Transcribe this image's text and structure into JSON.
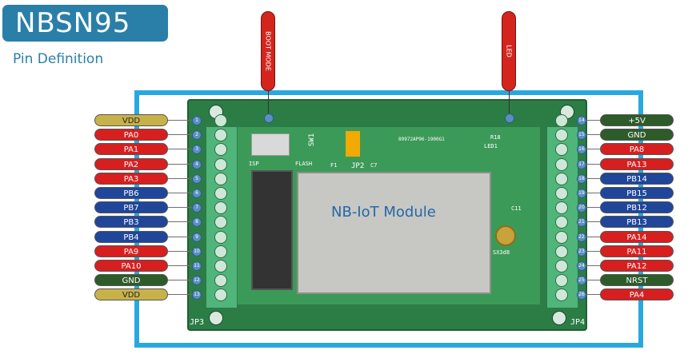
{
  "title": "NBSN95",
  "subtitle": "Pin Definition",
  "module_label": "NB-IoT Module",
  "callouts": [
    {
      "label": "BOOT MODE"
    },
    {
      "label": "LED"
    }
  ],
  "silkscreen": {
    "sw1": "SW1",
    "isp": "ISP",
    "flash": "FLASH",
    "jp2": "JP2",
    "f1": "F1",
    "c7": "C7",
    "c11": "C11",
    "code": "89972AP96-1900G1",
    "r18": "R18",
    "led1": "LED1",
    "sx3d": "SX3d8",
    "jp3": "JP3",
    "jp4": "JP4"
  },
  "left_pins": [
    {
      "num": "1",
      "label": "VDD"
    },
    {
      "num": "2",
      "label": "PA0"
    },
    {
      "num": "3",
      "label": "PA1"
    },
    {
      "num": "4",
      "label": "PA2"
    },
    {
      "num": "5",
      "label": "PA3"
    },
    {
      "num": "6",
      "label": "PB6"
    },
    {
      "num": "7",
      "label": "PB7"
    },
    {
      "num": "8",
      "label": "PB3"
    },
    {
      "num": "9",
      "label": "PB4"
    },
    {
      "num": "10",
      "label": "PA9"
    },
    {
      "num": "11",
      "label": "PA10"
    },
    {
      "num": "12",
      "label": "GND"
    },
    {
      "num": "13",
      "label": "VDD"
    }
  ],
  "right_pins": [
    {
      "num": "14",
      "label": "+5V"
    },
    {
      "num": "15",
      "label": "GND"
    },
    {
      "num": "16",
      "label": "PA8"
    },
    {
      "num": "17",
      "label": "PA13"
    },
    {
      "num": "18",
      "label": "PB14"
    },
    {
      "num": "19",
      "label": "PB15"
    },
    {
      "num": "20",
      "label": "PB12"
    },
    {
      "num": "21",
      "label": "PB13"
    },
    {
      "num": "22",
      "label": "PA14"
    },
    {
      "num": "23",
      "label": "PA11"
    },
    {
      "num": "24",
      "label": "PA12"
    },
    {
      "num": "25",
      "label": "NRST"
    },
    {
      "num": "26",
      "label": "PA4"
    }
  ],
  "colors": {
    "title_bg": "#2a7fa8",
    "frame": "#29a8e0",
    "power": "#c7b24a",
    "gpio_a": "#d71f1f",
    "gpio_b": "#20469a",
    "ground": "#2e5b2a",
    "callout": "#d4251d"
  }
}
